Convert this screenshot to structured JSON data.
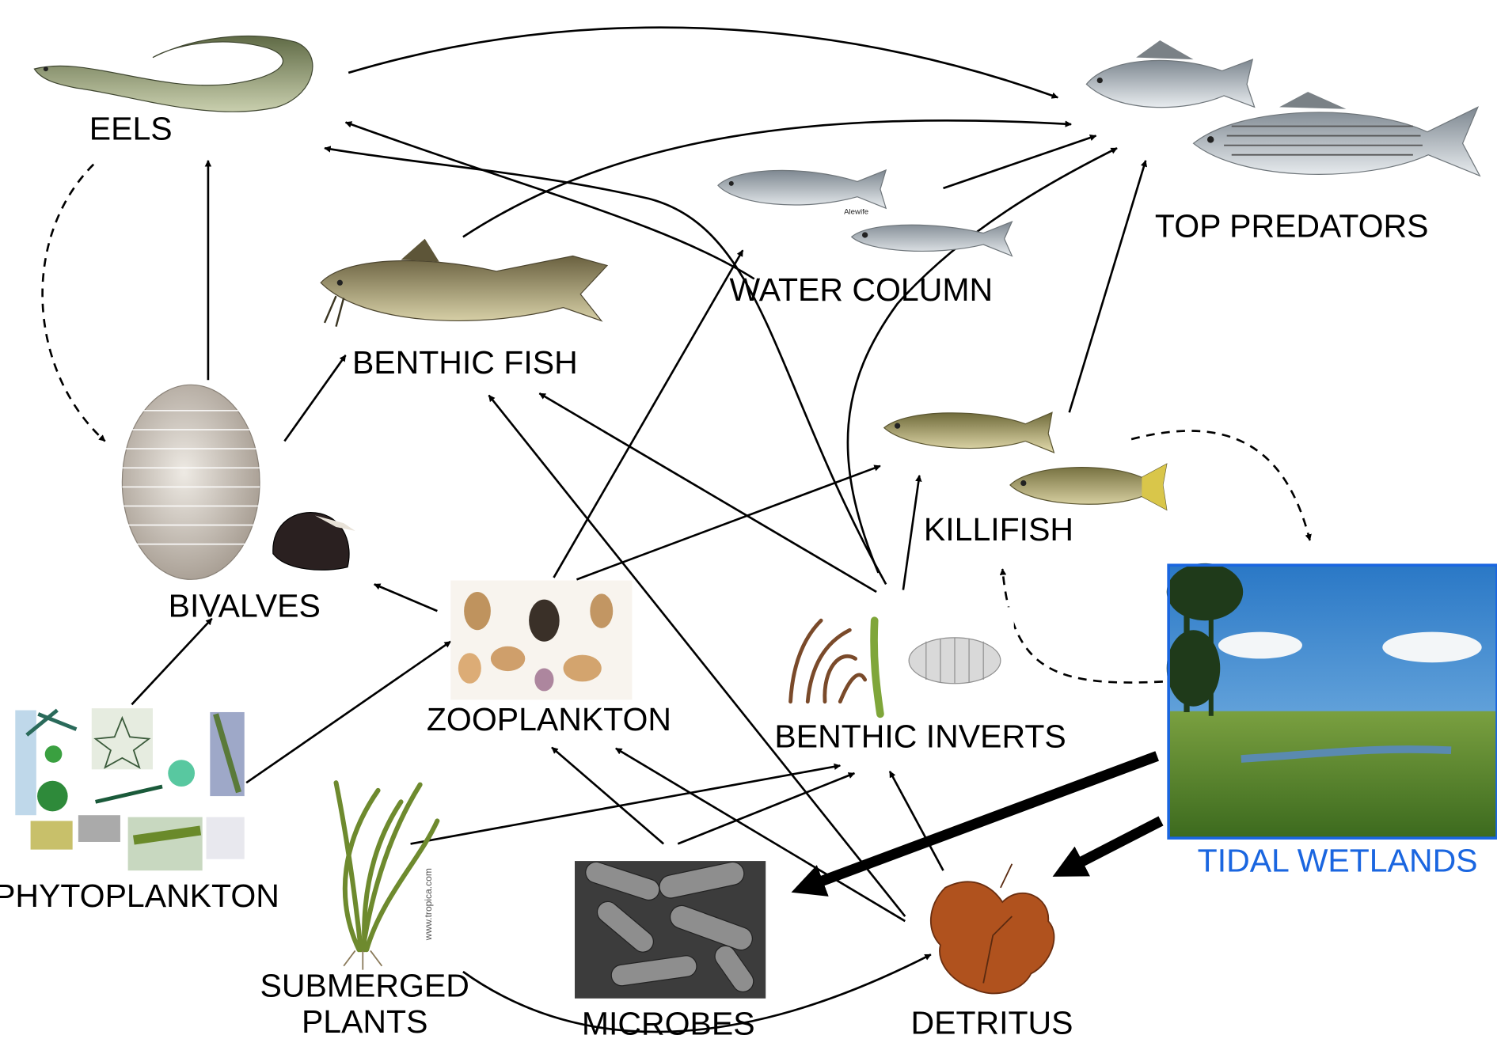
{
  "nodes": {
    "eels": {
      "label": "EELS"
    },
    "top_predators": {
      "label": "TOP PREDATORS"
    },
    "water_column": {
      "label": "WATER COLUMN",
      "caption": "Alewife"
    },
    "benthic_fish": {
      "label": "BENTHIC FISH"
    },
    "bivalves": {
      "label": "BIVALVES"
    },
    "killifish": {
      "label": "KILLIFISH"
    },
    "zooplankton": {
      "label": "ZOOPLANKTON"
    },
    "benthic_inverts": {
      "label": "BENTHIC INVERTS"
    },
    "phytoplankton": {
      "label": "PHYTOPLANKTON"
    },
    "submerged_plants": {
      "label_line1": "SUBMERGED",
      "label_line2": "PLANTS",
      "watermark": "www.tropica.com"
    },
    "microbes": {
      "label": "MICROBES"
    },
    "detritus": {
      "label": "DETRITUS"
    },
    "tidal_wetlands": {
      "label": "TIDAL WETLANDS"
    }
  },
  "links": [
    {
      "from": "EELS",
      "to": "TOP PREDATORS",
      "style": "solid"
    },
    {
      "from": "BENTHIC FISH",
      "to": "TOP PREDATORS",
      "style": "solid"
    },
    {
      "from": "WATER COLUMN",
      "to": "TOP PREDATORS",
      "style": "solid"
    },
    {
      "from": "KILLIFISH",
      "to": "TOP PREDATORS",
      "style": "solid"
    },
    {
      "from": "BENTHIC INVERTS",
      "to": "TOP PREDATORS",
      "style": "solid"
    },
    {
      "from": "WATER COLUMN",
      "to": "EELS",
      "style": "solid"
    },
    {
      "from": "BENTHIC INVERTS",
      "to": "EELS",
      "style": "solid"
    },
    {
      "from": "BIVALVES",
      "to": "EELS",
      "style": "solid"
    },
    {
      "from": "EELS",
      "to": "BIVALVES",
      "style": "dashed"
    },
    {
      "from": "BIVALVES",
      "to": "BENTHIC FISH",
      "style": "solid"
    },
    {
      "from": "BENTHIC INVERTS",
      "to": "BENTHIC FISH",
      "style": "solid"
    },
    {
      "from": "DETRITUS",
      "to": "BENTHIC FISH",
      "style": "solid"
    },
    {
      "from": "ZOOPLANKTON",
      "to": "WATER COLUMN",
      "style": "solid"
    },
    {
      "from": "ZOOPLANKTON",
      "to": "KILLIFISH",
      "style": "solid"
    },
    {
      "from": "ZOOPLANKTON",
      "to": "BIVALVES",
      "style": "solid"
    },
    {
      "from": "BENTHIC INVERTS",
      "to": "KILLIFISH",
      "style": "solid"
    },
    {
      "from": "PHYTOPLANKTON",
      "to": "BIVALVES",
      "style": "solid"
    },
    {
      "from": "PHYTOPLANKTON",
      "to": "ZOOPLANKTON",
      "style": "solid"
    },
    {
      "from": "SUBMERGED PLANTS",
      "to": "BENTHIC INVERTS",
      "style": "solid"
    },
    {
      "from": "SUBMERGED PLANTS",
      "to": "DETRITUS",
      "style": "solid"
    },
    {
      "from": "MICROBES",
      "to": "ZOOPLANKTON",
      "style": "solid"
    },
    {
      "from": "MICROBES",
      "to": "BENTHIC INVERTS",
      "style": "solid"
    },
    {
      "from": "DETRITUS",
      "to": "ZOOPLANKTON",
      "style": "solid"
    },
    {
      "from": "DETRITUS",
      "to": "BENTHIC INVERTS",
      "style": "solid"
    },
    {
      "from": "KILLIFISH",
      "to": "TIDAL WETLANDS",
      "style": "dashed"
    },
    {
      "from": "TIDAL WETLANDS",
      "to": "KILLIFISH",
      "style": "dashed"
    },
    {
      "from": "TIDAL WETLANDS",
      "to": "MICROBES",
      "style": "heavy"
    },
    {
      "from": "TIDAL WETLANDS",
      "to": "DETRITUS",
      "style": "heavy"
    }
  ],
  "colors": {
    "label": "#000000",
    "wetlands_label": "#1a66e0",
    "wetlands_border": "#1a66e0",
    "arrow": "#000000"
  }
}
